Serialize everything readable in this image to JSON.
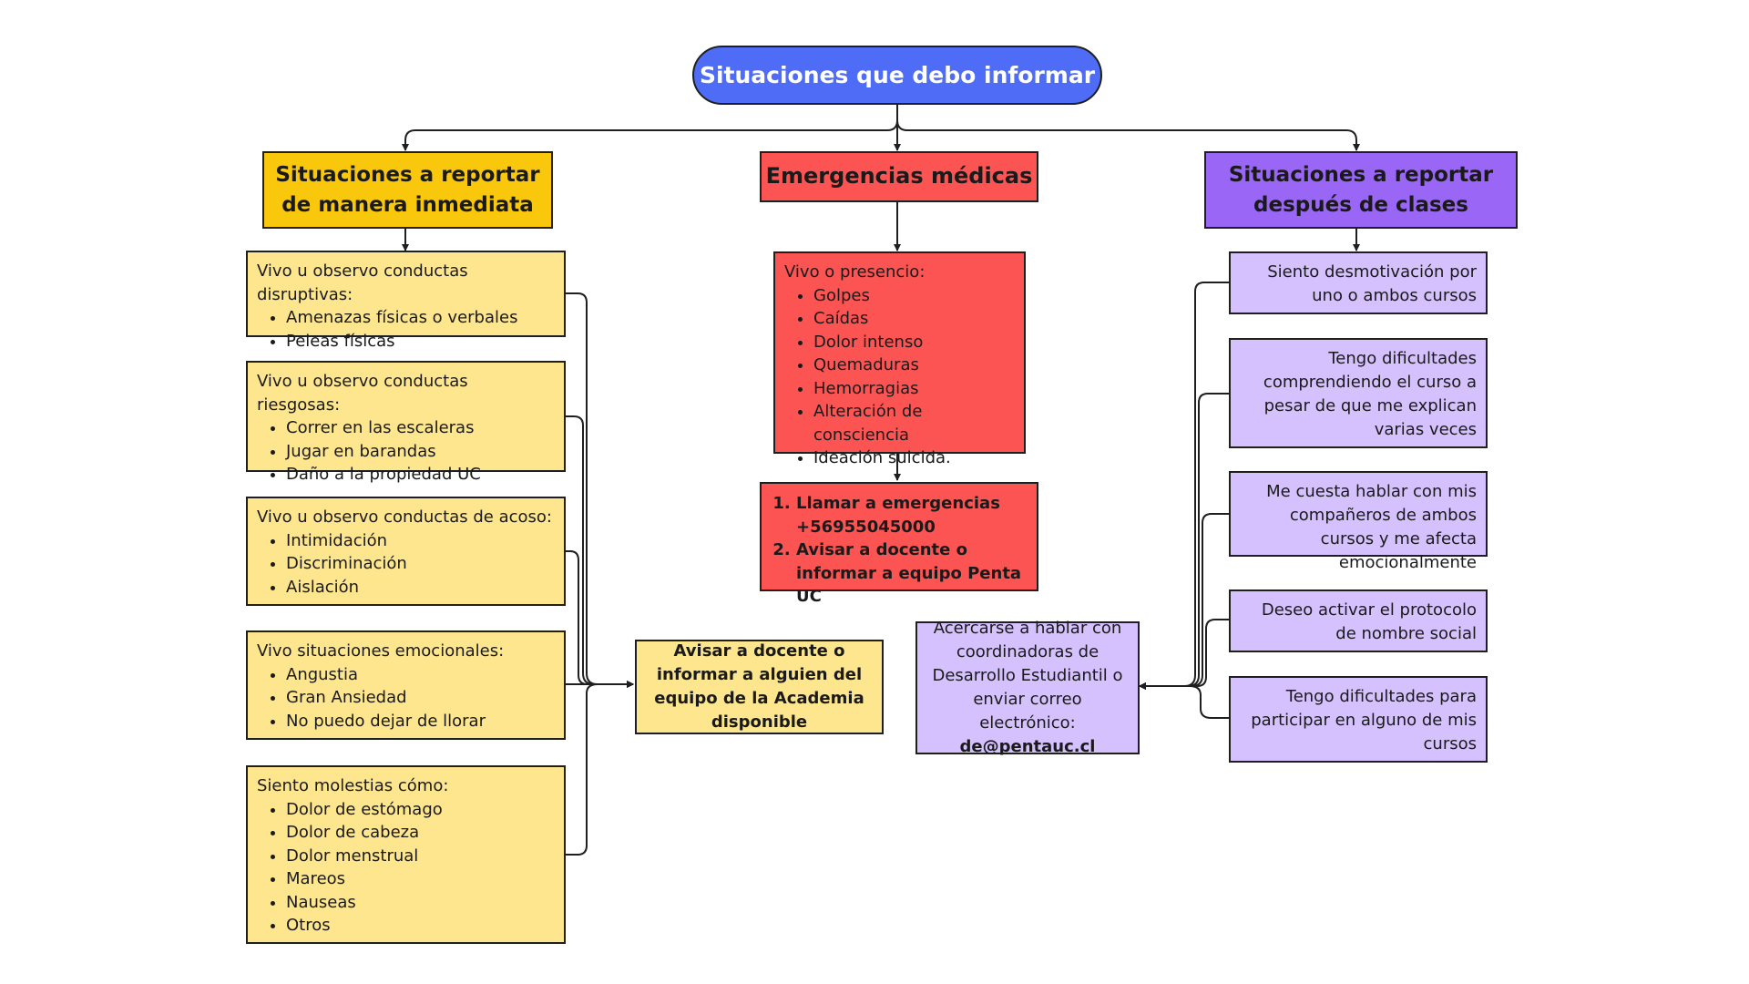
{
  "title": "Situaciones que debo informar",
  "left": {
    "heading": "Situaciones a reportar de manera inmediata",
    "cards": [
      {
        "intro": "Vivo u observo conductas disruptivas:",
        "items": [
          "Amenazas físicas o verbales",
          "Peleas físicas"
        ]
      },
      {
        "intro": "Vivo u observo conductas riesgosas:",
        "items": [
          "Correr en las escaleras",
          "Jugar en barandas",
          "Daño a la propiedad UC"
        ]
      },
      {
        "intro": "Vivo u observo conductas de acoso:",
        "items": [
          "Intimidación",
          "Discriminación",
          "Aislación"
        ]
      },
      {
        "intro": "Vivo situaciones emocionales:",
        "items": [
          "Angustia",
          "Gran Ansiedad",
          "No puedo dejar de llorar"
        ]
      },
      {
        "intro": "Siento molestias cómo:",
        "items": [
          "Dolor de estómago",
          "Dolor de cabeza",
          "Dolor menstrual",
          "Mareos",
          "Nauseas",
          "Otros"
        ]
      }
    ],
    "action": "Avisar a docente o informar a alguien del equipo de la Academia disponible"
  },
  "middle": {
    "heading": "Emergencias médicas",
    "card": {
      "intro": "Vivo o presencio:",
      "items": [
        "Golpes",
        "Caídas",
        "Dolor intenso",
        "Quemaduras",
        "Hemorragias",
        "Alteración de consciencia",
        "Ideación suicida."
      ]
    },
    "steps": [
      "Llamar a emergencias +56955045000",
      "Avisar a docente o informar a equipo Penta UC"
    ]
  },
  "right": {
    "heading": "Situaciones a reportar después de clases",
    "cards": [
      "Siento desmotivación por uno o ambos cursos",
      "Tengo dificultades comprendiendo el curso a pesar de que me explican varias veces",
      "Me cuesta hablar con mis compañeros de ambos cursos y me afecta emocionalmente",
      "Deseo activar el protocolo de nombre social",
      "Tengo dificultades para participar en alguno de mis cursos"
    ],
    "action": {
      "text": "Acercarse a hablar con coordinadoras de Desarrollo Estudiantil  o enviar correo electrónico:",
      "email": "de@pentauc.cl"
    }
  },
  "colors": {
    "title": "#4f6cf7",
    "left_heading": "#f9c70c",
    "left_card": "#fde68e",
    "middle": "#fb5453",
    "right_heading": "#9966f5",
    "right_card": "#d5c1fd",
    "line": "#1f1f1f"
  }
}
